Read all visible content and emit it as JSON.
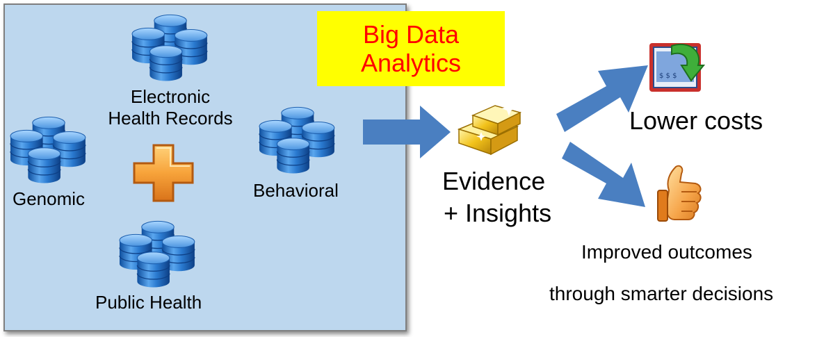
{
  "sources": {
    "ehr": "Electronic\nHealth Records",
    "genomic": "Genomic",
    "behavioral": "Behavioral",
    "public_health": "Public Health"
  },
  "banner": {
    "line1": "Big Data",
    "line2": "Analytics"
  },
  "output": {
    "line1": "Evidence",
    "line2": "+ Insights"
  },
  "results": {
    "costs": "Lower costs",
    "outcomes_line1": "Improved outcomes",
    "outcomes_line2": "through smarter decisions"
  },
  "icons": {
    "database": "database-cluster-icon",
    "plus": "plus-icon",
    "gold": "gold-bars-icon",
    "money": "money-down-icon",
    "thumb": "thumbs-up-icon"
  },
  "colors": {
    "panel": "#bdd7ee",
    "arrow": "#4a7fc1",
    "banner_bg": "#ffff00",
    "banner_text": "#ff0000",
    "database": "#2f79c8"
  }
}
